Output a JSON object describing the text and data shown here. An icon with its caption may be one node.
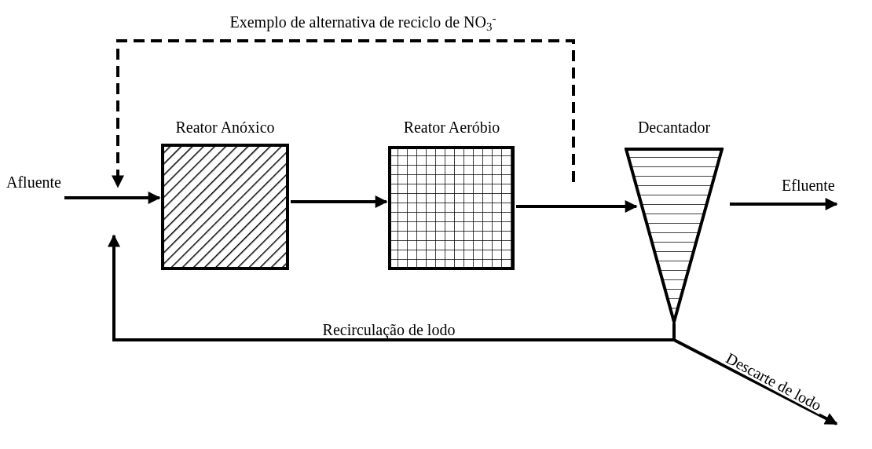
{
  "diagram": {
    "nodes": [
      {
        "text": [
          "Afluente"
        ]
      },
      {
        "text": [
          "Reator Anóxico"
        ]
      },
      {
        "text": [
          "Reator Aeróbio"
        ]
      },
      {
        "text": [
          "Decantador"
        ]
      },
      {
        "text": [
          "Efluente"
        ]
      }
    ],
    "edges": [
      {
        "from": 0,
        "to": 1,
        "arrow": "to"
      },
      {
        "from": 1,
        "to": 2,
        "arrow": "to"
      },
      {
        "from": 2,
        "to": 3,
        "arrow": "to"
      },
      {
        "from": 3,
        "to": 4,
        "arrow": "to"
      },
      {
        "from": 3,
        "to": null,
        "arrow": "to",
        "label": "Recirculação de lodo"
      },
      {
        "from": 3,
        "to": null,
        "arrow": "to",
        "label": "Descarte de lodo"
      },
      {
        "from": 2,
        "to": null,
        "arrow": "to",
        "style": "dashed",
        "label": "Exemplo de alternativa de reciclo de NO$_{3}$$^{-}$"
      }
    ]
  }
}
